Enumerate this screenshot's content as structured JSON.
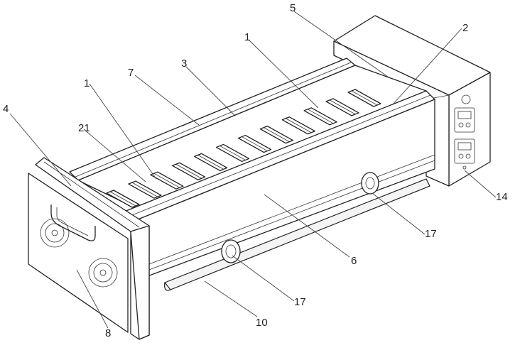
{
  "callouts": [
    {
      "id": "c5",
      "text": "5"
    },
    {
      "id": "c2",
      "text": "2"
    },
    {
      "id": "c1a",
      "text": "1"
    },
    {
      "id": "c3",
      "text": "3"
    },
    {
      "id": "c7",
      "text": "7"
    },
    {
      "id": "c1b",
      "text": "1"
    },
    {
      "id": "c4",
      "text": "4"
    },
    {
      "id": "c21",
      "text": "21"
    },
    {
      "id": "c14",
      "text": "14"
    },
    {
      "id": "c17a",
      "text": "17"
    },
    {
      "id": "c6",
      "text": "6"
    },
    {
      "id": "c17b",
      "text": "17"
    },
    {
      "id": "c10",
      "text": "10"
    },
    {
      "id": "c8",
      "text": "8"
    }
  ]
}
